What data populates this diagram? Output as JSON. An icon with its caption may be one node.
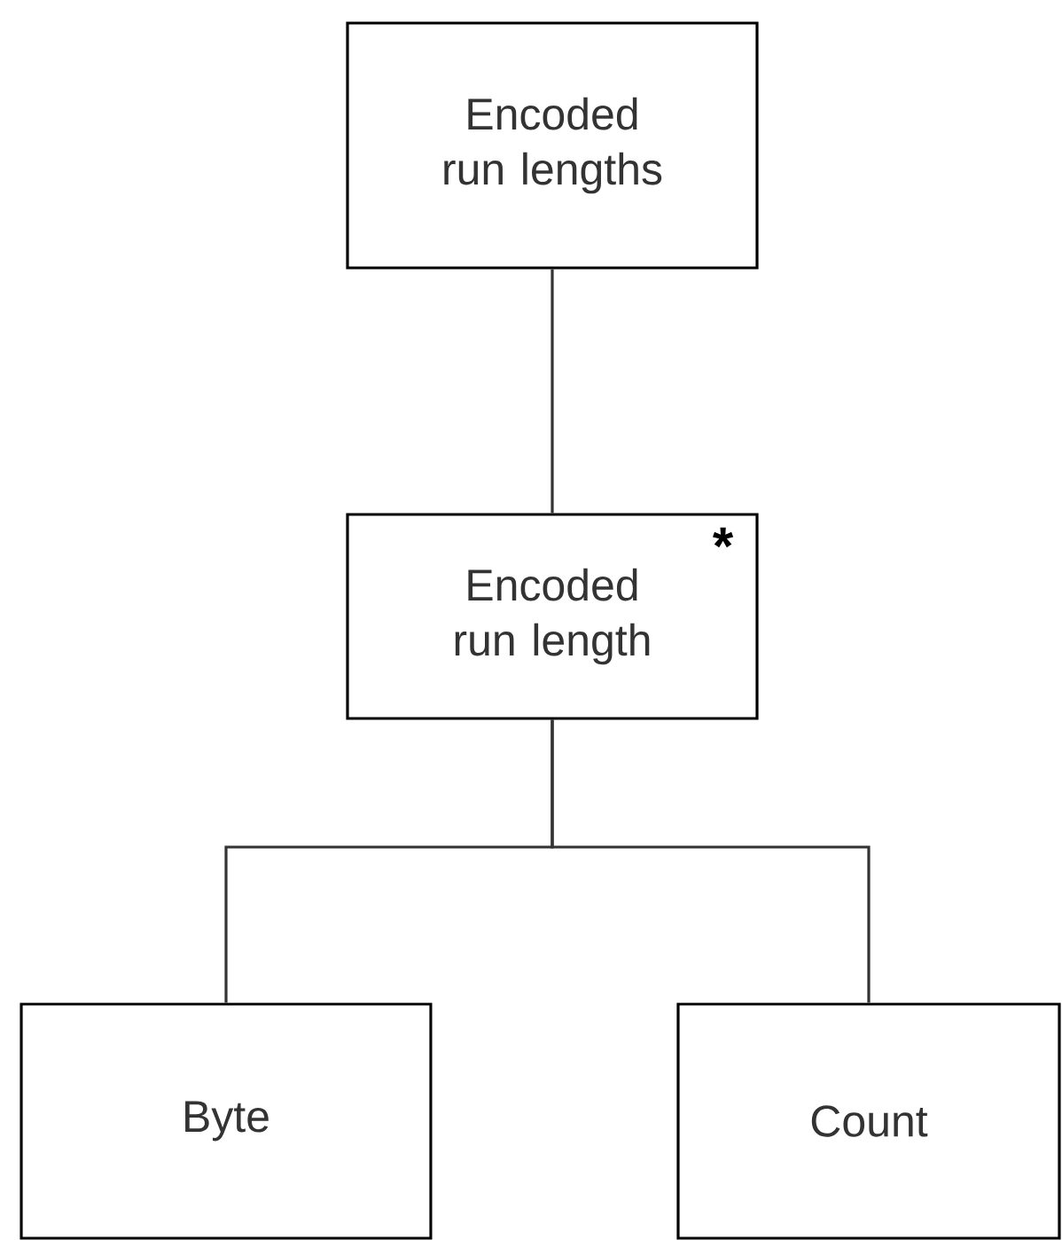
{
  "diagram": {
    "nodes": [
      {
        "text": [
          "Encoded run lengths"
        ]
      },
      {
        "text": [
          "Encoded run length",
          "*"
        ]
      },
      {
        "text": [
          "Byte"
        ]
      },
      {
        "text": [
          "Count"
        ]
      }
    ],
    "edges": [
      {
        "from": 0,
        "to": 1,
        "arrow": "none"
      },
      {
        "from": 1,
        "to": 2,
        "arrow": "none"
      },
      {
        "from": 1,
        "to": 3,
        "arrow": "none"
      }
    ]
  }
}
